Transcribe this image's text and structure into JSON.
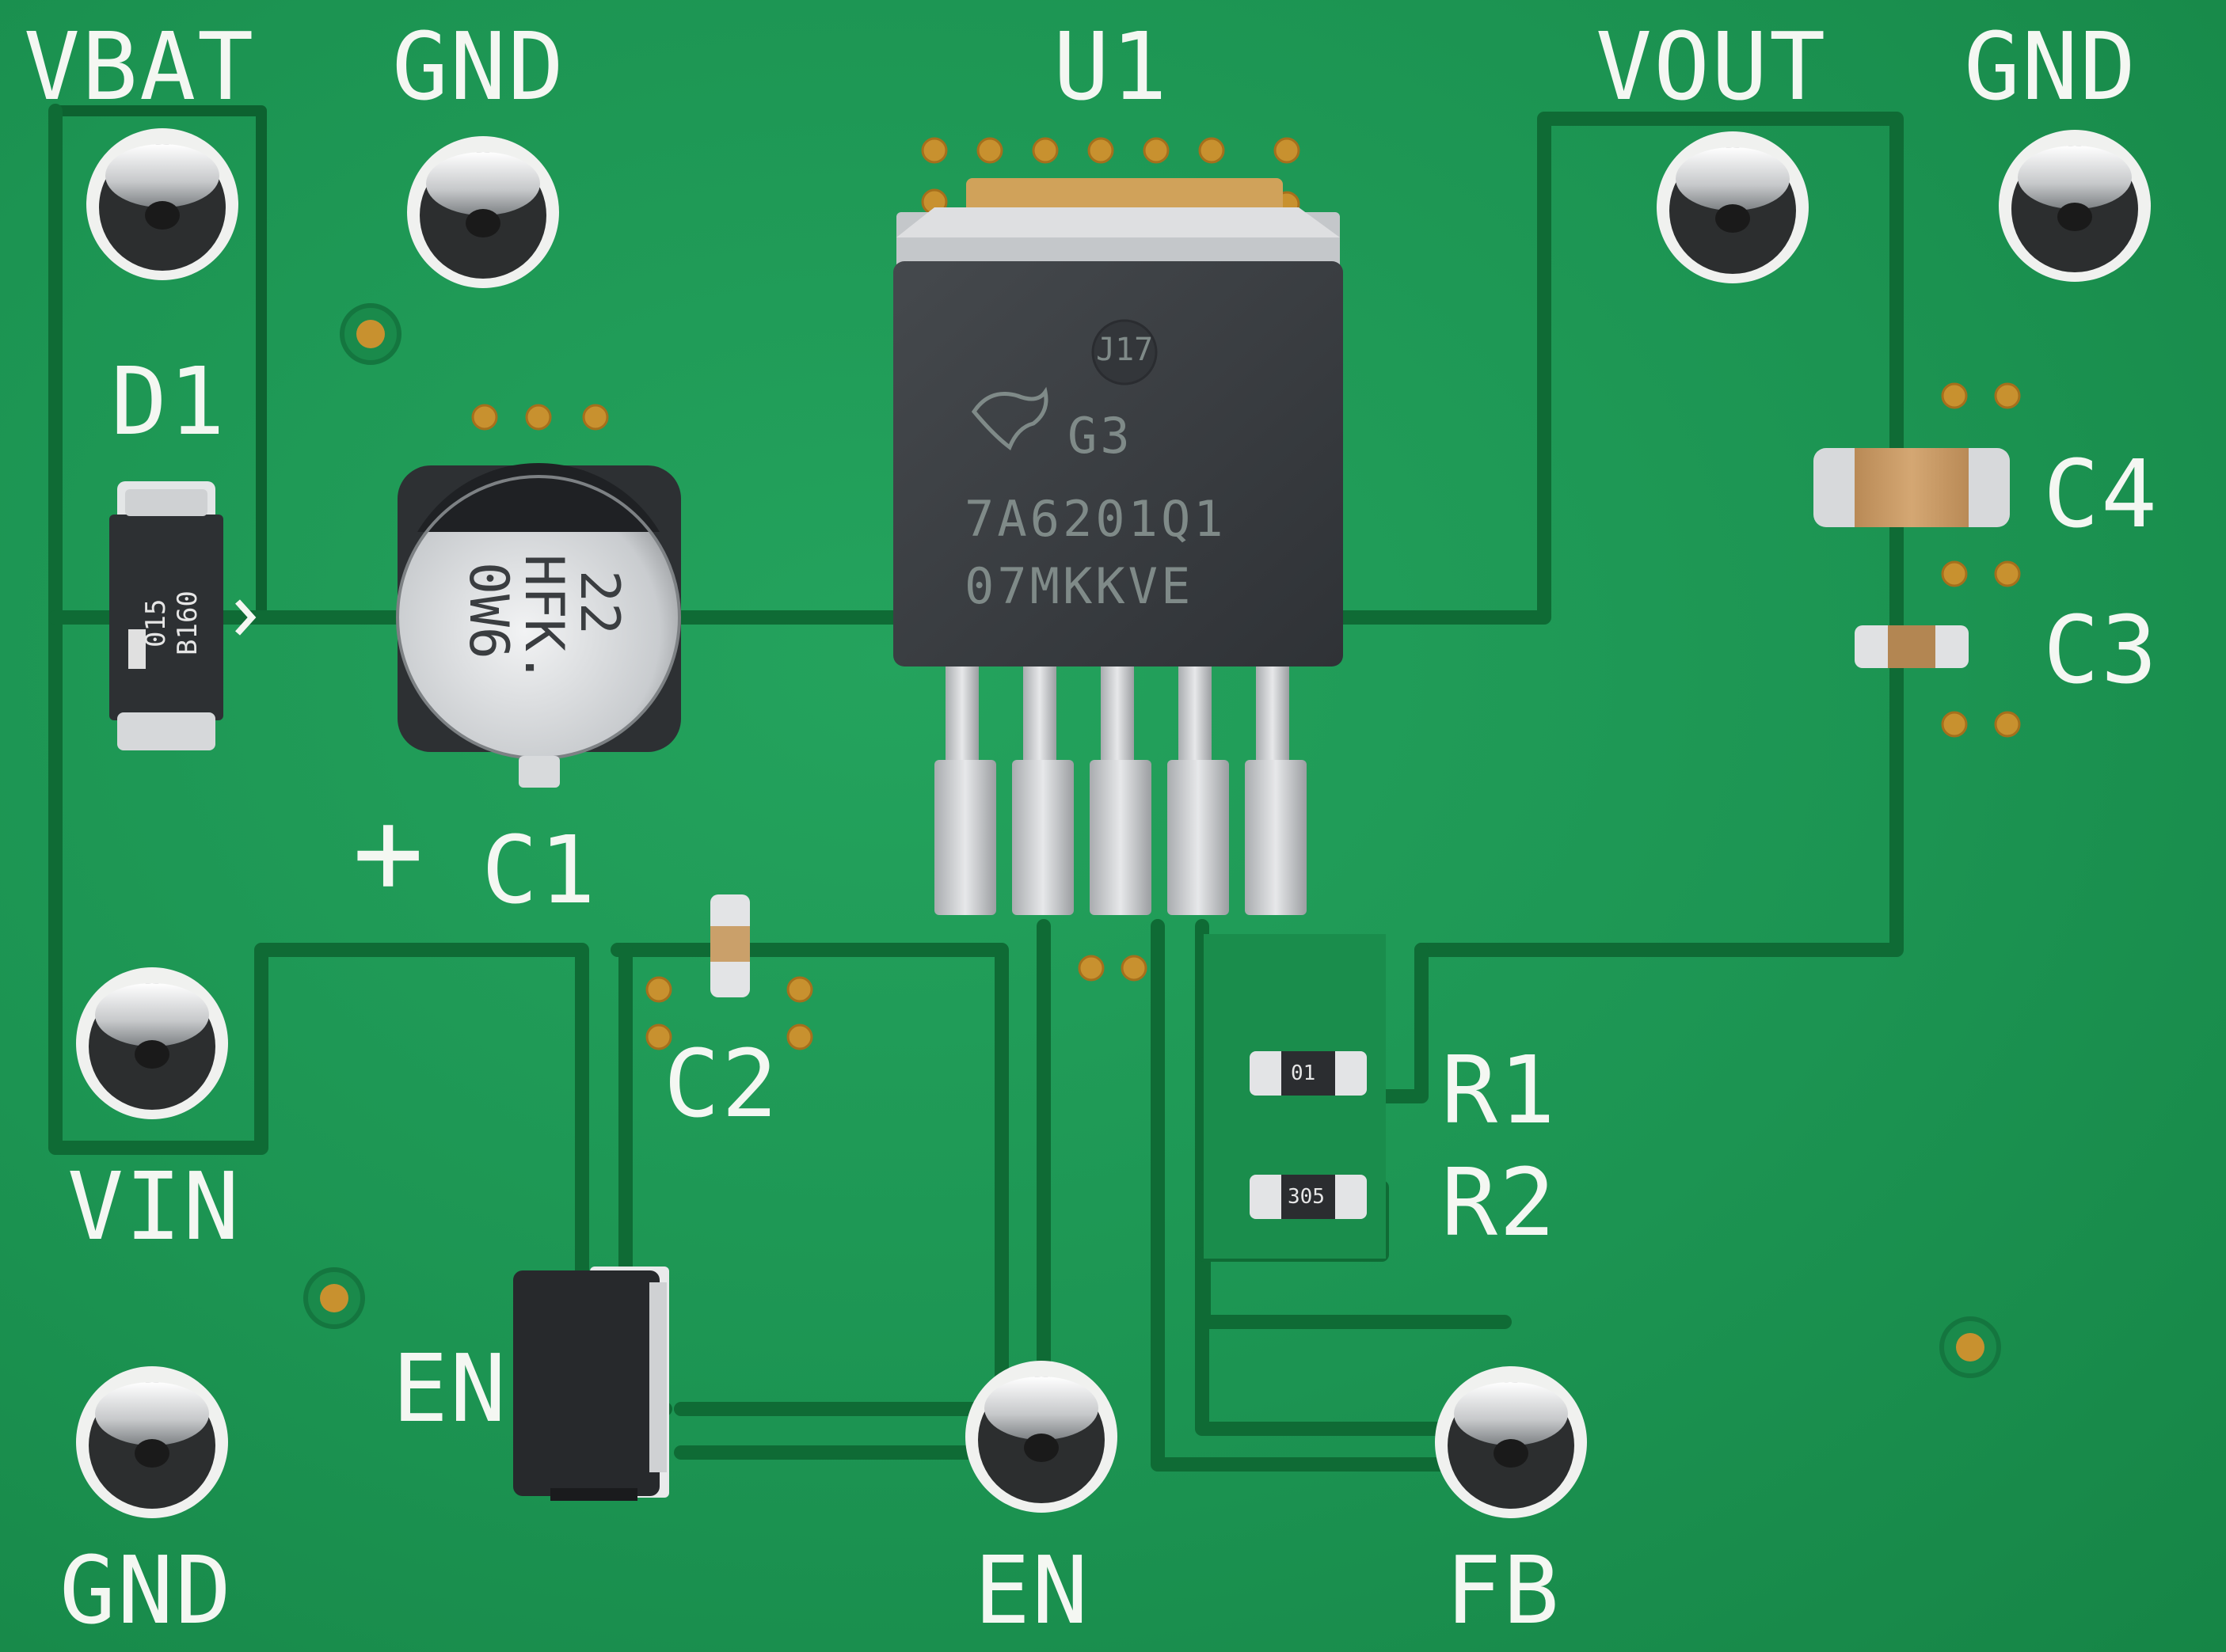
{
  "board": {
    "colors": {
      "soldermask": "#1c9452",
      "trace": "#0f6b35",
      "trace_outline": "#0a4f26",
      "silkscreen": "#f4f7f2",
      "pad_gold": "#c8912f",
      "tin": "#c9cbcd",
      "ic_body": "#3a3d41"
    },
    "labels": {
      "vbat": "VBAT",
      "gnd_top_left": "GND",
      "u1": "U1",
      "vout": "VOUT",
      "gnd_top_right": "GND",
      "d1": "D1",
      "c1": "C1",
      "c1_polarity": "+",
      "c2": "C2",
      "c3": "C3",
      "c4": "C4",
      "r1": "R1",
      "r2": "R2",
      "vin": "VIN",
      "en_jumper": "EN",
      "gnd_bottom_left": "GND",
      "en_bottom": "EN",
      "fb": "FB"
    },
    "u1_marking": {
      "date_code": "J17",
      "line1": "G3",
      "line2": "7A6201Q1",
      "line3": "07MKKVE"
    },
    "c1_marking": {
      "line1": "22",
      "line2": "HFK.",
      "line3": "0W6"
    },
    "d1_marking": {
      "line1": "015",
      "line2": "B160"
    },
    "r1_marking": "01",
    "r2_marking": "305",
    "icons": [
      "test-point-icon",
      "capacitor-icon",
      "diode-icon",
      "regulator-ic-icon",
      "resistor-icon",
      "jumper-icon",
      "via-icon"
    ]
  }
}
